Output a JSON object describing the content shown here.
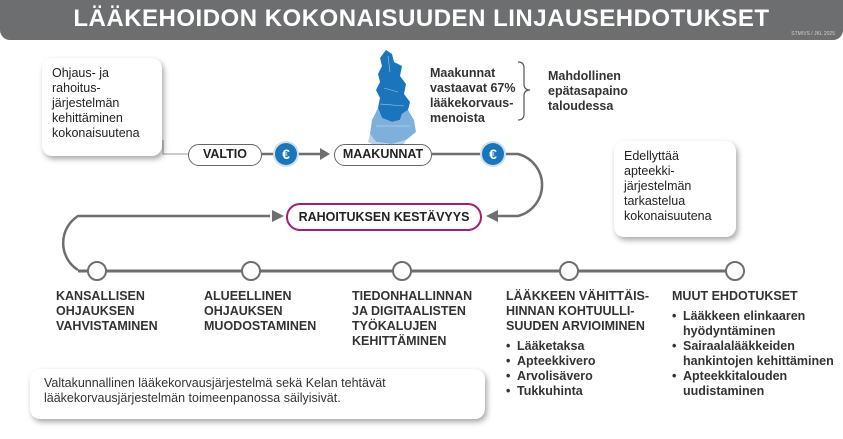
{
  "title": "LÄÄKEHOIDON KOKONAISUUDEN LINJAUSEHDOTUKSET",
  "credit": "STM/VS / JKL 2025",
  "callout_left": {
    "lines": [
      "Ohjaus- ja",
      "rahoitus-",
      "järjestelmän",
      "kehittäminen",
      "kokonaisuutena"
    ]
  },
  "flow": {
    "valtio": "VALTIO",
    "maakunnat": "MAAKUNNAT",
    "euro_symbol": "€",
    "rahoitus": "RAHOITUKSEN KESTÄVYYS"
  },
  "map_note": {
    "lines": [
      "Maakunnat",
      "vastaavat 67%",
      "lääkekorvaus-",
      "menoista"
    ]
  },
  "imbalance": {
    "lines": [
      "Mahdollinen",
      "epätasapaino",
      "taloudessa"
    ]
  },
  "callout_right": {
    "lines": [
      "Edellyttää",
      "apteekki-",
      "järjestelmän",
      "tarkastelua",
      "kokonaisuutena"
    ]
  },
  "milestones": [
    {
      "lines": [
        "KANSALLISEN",
        "OHJAUKSEN",
        "VAHVISTAMINEN"
      ],
      "bullets": []
    },
    {
      "lines": [
        "ALUEELLINEN",
        "OHJAUKSEN",
        "MUODOSTAMINEN"
      ],
      "bullets": []
    },
    {
      "lines": [
        "TIEDONHALLINNAN",
        "JA DIGITAALISTEN",
        "TYÖKALUJEN",
        "KEHITTÄMINEN"
      ],
      "bullets": []
    },
    {
      "lines": [
        "LÄÄKKEEN VÄHITTÄIS-",
        "HINNAN KOHTUULLI-",
        "SUUDEN ARVIOIMINEN"
      ],
      "bullets": [
        "Lääketaksa",
        "Apteekkivero",
        "Arvolisävero",
        "Tukkuhinta"
      ]
    },
    {
      "lines": [
        "MUUT EHDOTUKSET"
      ],
      "bullets": [
        "Lääkkeen elinkaaren hyödyntäminen",
        "Sairaalalääkkeiden hankintojen kehittäminen",
        "Apteekkitalouden uudistaminen"
      ]
    }
  ],
  "bottom_note": {
    "lines": [
      "Valtakunnallinen lääkekorvausjärjestelmä sekä Kelan tehtävät",
      "lääkekorvausjärjestelmän toimeenpanossa säilyisivät."
    ]
  },
  "colors": {
    "title_bg": "#6d6e70",
    "accent": "#a3206e",
    "euro": "#1b75bc",
    "track": "#6d6e70",
    "map_dark": "#1b75bc",
    "map_light": "#b9d3ea"
  }
}
